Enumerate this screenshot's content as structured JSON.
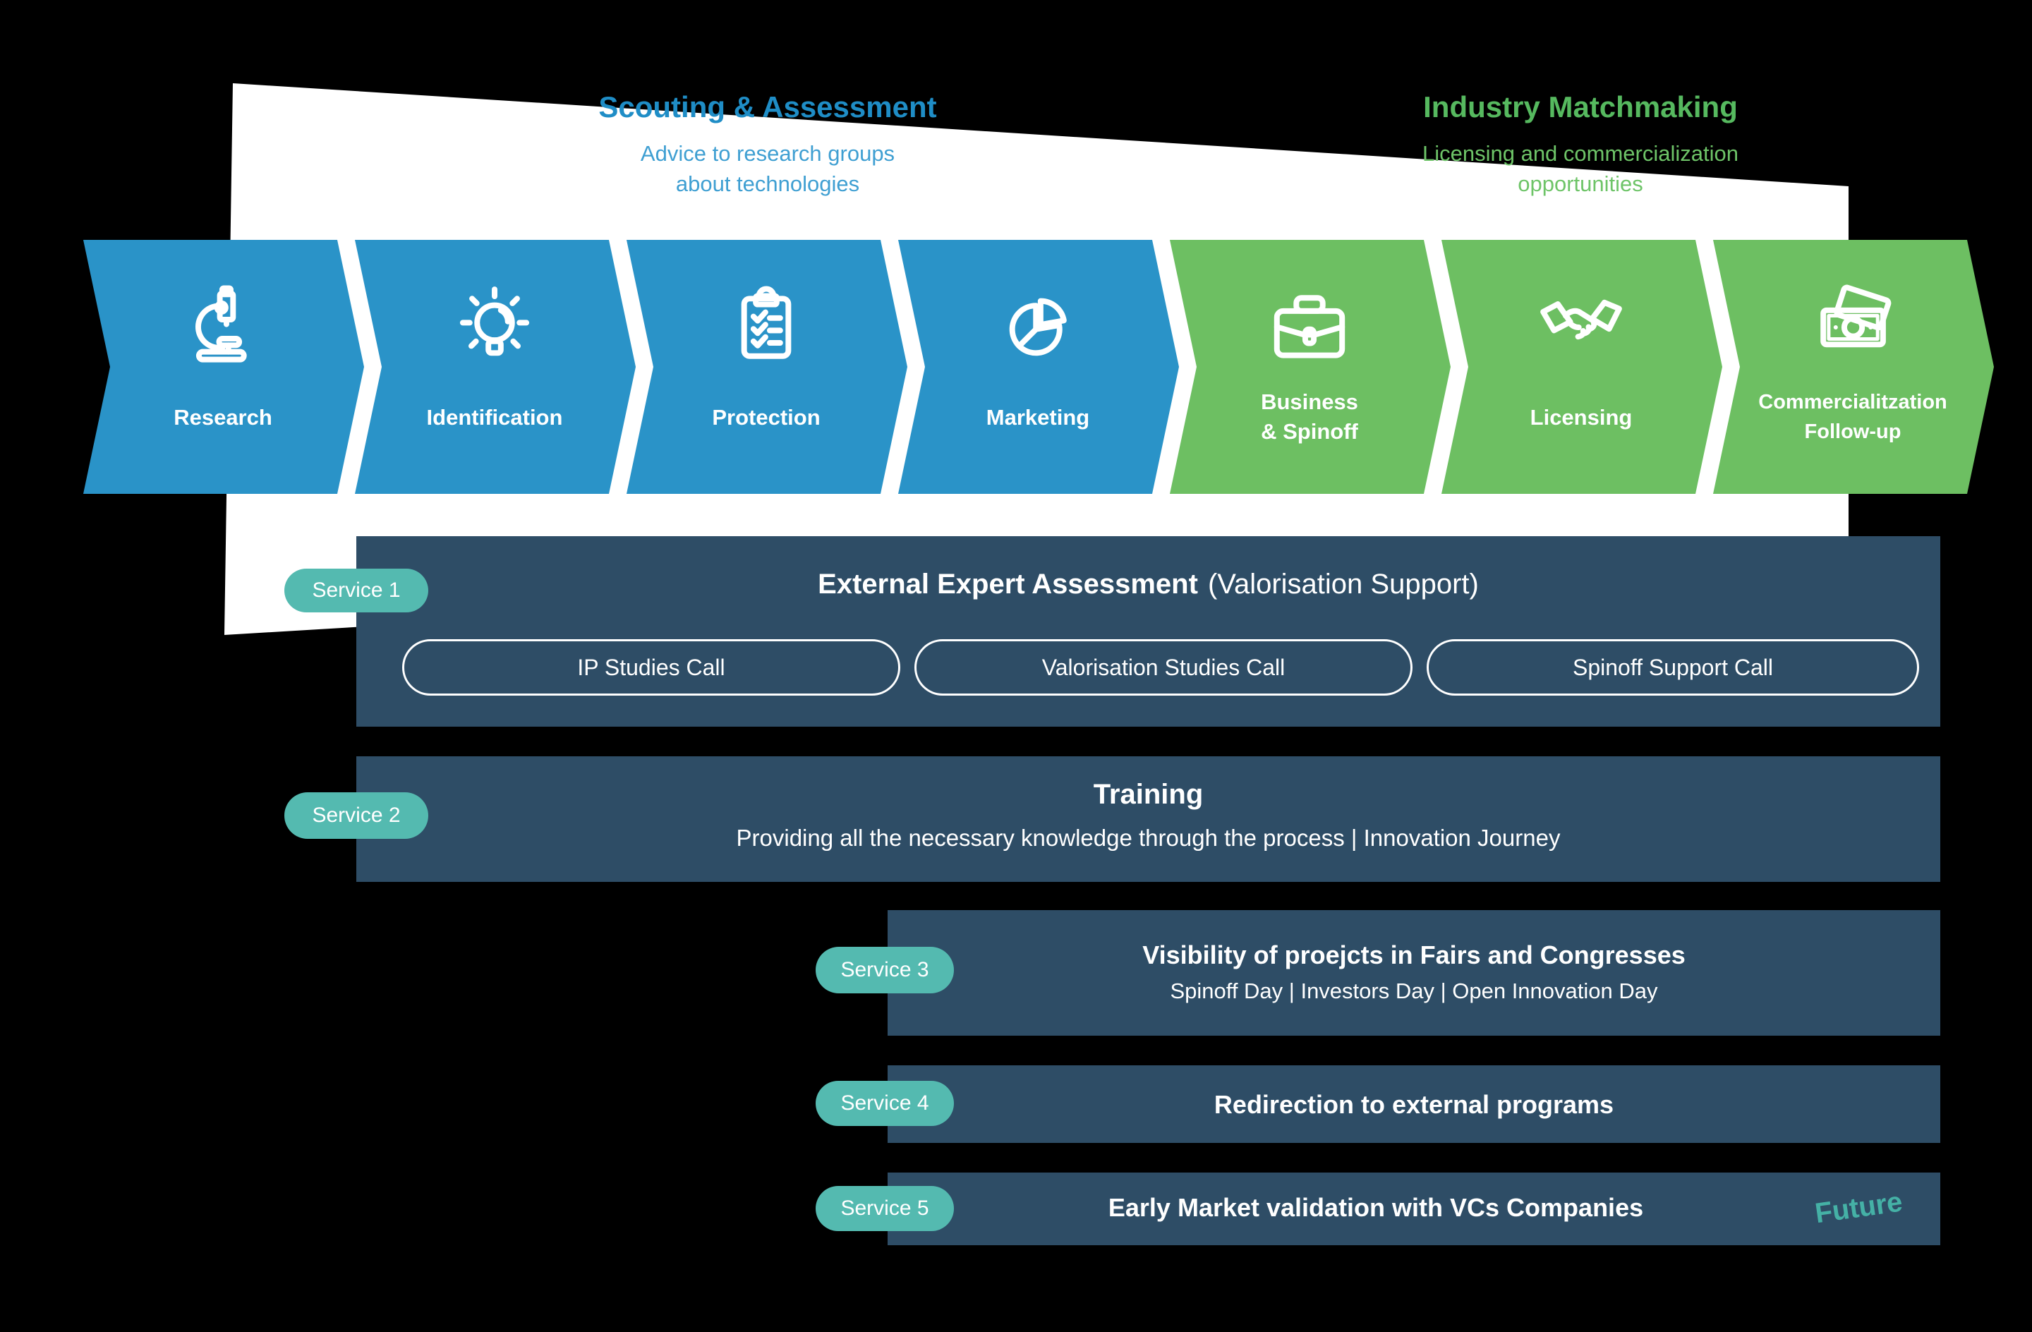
{
  "colors": {
    "background": "#000000",
    "panel_white": "#ffffff",
    "blue_arrow": "#2a93c8",
    "green_arrow": "#6dbf62",
    "navy_bar": "#2e4d66",
    "teal_badge": "#54bab0",
    "future_teal": "#45b1a6",
    "blue_header_title": "#1f8dc6",
    "blue_header_subtitle": "#3f9fd2",
    "green_header_title": "#56b95f",
    "green_header_subtitle": "#6ec468"
  },
  "headers": {
    "left": {
      "title": "Scouting & Assessment",
      "subtitle": "Advice to research groups\nabout technologies"
    },
    "right": {
      "title": "Industry Matchmaking",
      "subtitle": "Licensing and commercialization\nopportunities"
    }
  },
  "stages": [
    {
      "label": "Research",
      "icon": "microscope-icon"
    },
    {
      "label": "Identification",
      "icon": "lightbulb-icon"
    },
    {
      "label": "Protection",
      "icon": "clipboard-checklist-icon"
    },
    {
      "label": "Marketing",
      "icon": "pie-chart-icon"
    },
    {
      "label": "Business\n& Spinoff",
      "icon": "briefcase-icon"
    },
    {
      "label": "Licensing",
      "icon": "handshake-icon"
    },
    {
      "label": "Commercialitzation\nFollow-up",
      "icon": "money-icon"
    }
  ],
  "services": [
    {
      "badge": "Service 1",
      "title_bold": "External Expert Assessment",
      "title_light": "(Valorisation Support)",
      "pills": [
        "IP Studies Call",
        "Valorisation Studies Call",
        "Spinoff Support Call"
      ]
    },
    {
      "badge": "Service 2",
      "title": "Training",
      "subtitle": "Providing all the necessary knowledge through the process | Innovation Journey"
    },
    {
      "badge": "Service 3",
      "title": "Visibility of proejcts in Fairs and Congresses",
      "subtitle": "Spinoff Day | Investors Day | Open Innovation Day"
    },
    {
      "badge": "Service 4",
      "title": "Redirection to external programs"
    },
    {
      "badge": "Service 5",
      "title": "Early Market validation with VCs Companies",
      "future_note": "Future"
    }
  ]
}
